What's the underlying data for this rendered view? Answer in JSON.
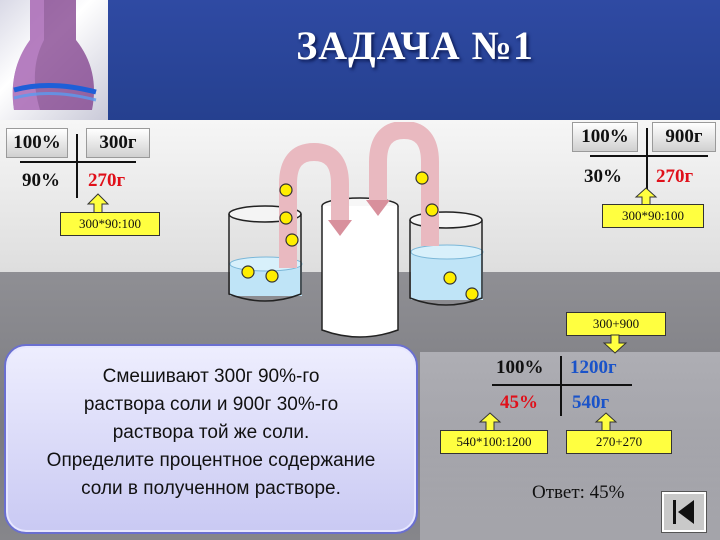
{
  "title": "ЗАДАЧА №1",
  "left_table": {
    "percent_header": "100%",
    "mass_header": "300г",
    "percent_value": "90%",
    "result_value": "270г",
    "formula": "300*90:100"
  },
  "right_table": {
    "percent_header": "100%",
    "mass_header": "900г",
    "percent_value": "30%",
    "result_value": "270г",
    "formula": "300*90:100"
  },
  "result_table": {
    "sum_formula": "300+900",
    "percent_header": "100%",
    "total_mass": "1200г",
    "percent_result": "45%",
    "salt_mass": "540г",
    "percent_formula": "540*100:1200",
    "salt_formula": "270+270"
  },
  "problem": {
    "lines": [
      "Смешивают 300г 90%-го",
      "раствора соли и 900г 30%-го",
      "раствора той же соли.",
      "Определите процентное содержание",
      "соли в полученном растворе."
    ]
  },
  "answer": "Ответ: 45%",
  "colors": {
    "title_bar": "#2f4aa3",
    "red": "#e0101a",
    "blue": "#1a53c9",
    "formula_box": "#ffff40",
    "liquid": "#bfe4f7"
  },
  "icons": {
    "nav": "return-icon"
  }
}
